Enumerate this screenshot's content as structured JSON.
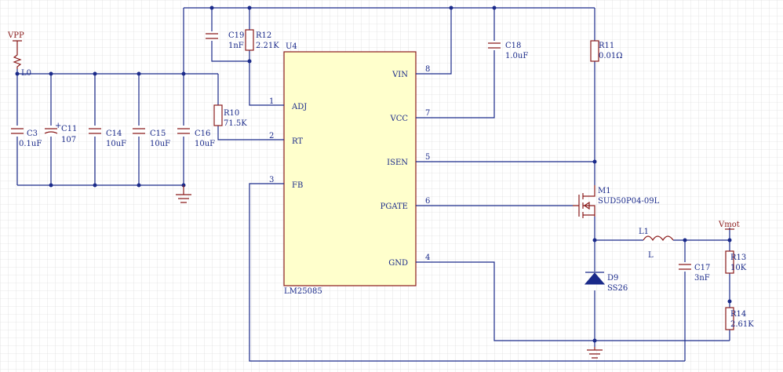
{
  "colors": {
    "wire": "#1a2a8a",
    "component": "#8a1a1a",
    "ic_fill": "#ffffcc",
    "grid": "#d6d6d6"
  },
  "nets": {
    "vpp": "VPP",
    "l0": "L0",
    "vmot": "Vmot"
  },
  "ic": {
    "designator": "U4",
    "part": "LM25085",
    "pins": [
      {
        "name": "ADJ",
        "num": "1"
      },
      {
        "name": "RT",
        "num": "2"
      },
      {
        "name": "FB",
        "num": "3"
      },
      {
        "name": "VIN",
        "num": "8"
      },
      {
        "name": "VCC",
        "num": "7"
      },
      {
        "name": "ISEN",
        "num": "5"
      },
      {
        "name": "PGATE",
        "num": "6"
      },
      {
        "name": "GND",
        "num": "4"
      }
    ]
  },
  "components": {
    "c3": {
      "ref": "C3",
      "value": "0.1uF"
    },
    "c11": {
      "ref": "C11",
      "value": "107",
      "polarity": "+"
    },
    "c14": {
      "ref": "C14",
      "value": "10uF"
    },
    "c15": {
      "ref": "C15",
      "value": "10uF"
    },
    "c16": {
      "ref": "C16",
      "value": "10uF"
    },
    "c19": {
      "ref": "C19",
      "value": "1nF"
    },
    "r12": {
      "ref": "R12",
      "value": "2.21K"
    },
    "r10": {
      "ref": "R10",
      "value": "71.5K"
    },
    "c18": {
      "ref": "C18",
      "value": "1.0uF"
    },
    "r11": {
      "ref": "R11",
      "value": "0.01Ω"
    },
    "m1": {
      "ref": "M1",
      "value": "SUD50P04-09L"
    },
    "l1": {
      "ref": "L1",
      "value": "L"
    },
    "d9": {
      "ref": "D9",
      "value": "SS26"
    },
    "c17": {
      "ref": "C17",
      "value": "3nF"
    },
    "r13": {
      "ref": "R13",
      "value": "10K"
    },
    "r14": {
      "ref": "R14",
      "value": "2.61K"
    }
  }
}
